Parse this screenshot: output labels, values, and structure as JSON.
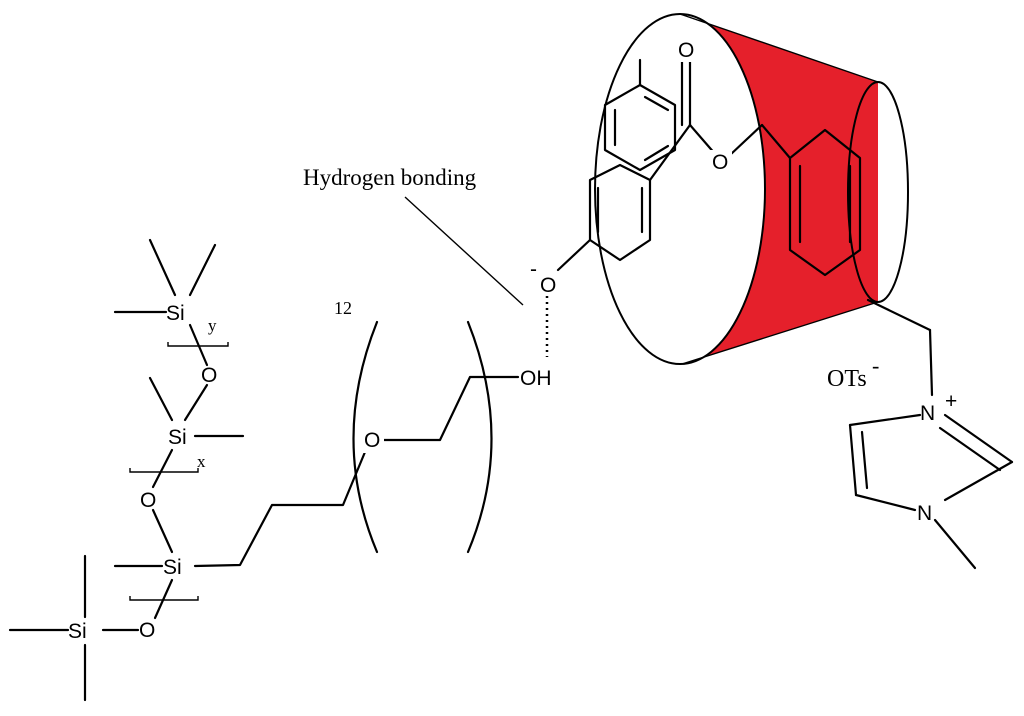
{
  "colors": {
    "cone_fill": "#e5202b",
    "ink": "#000000",
    "background": "#ffffff"
  },
  "annotation": {
    "hydrogen_bonding": "Hydrogen bonding"
  },
  "repeat": {
    "count": "12",
    "sub_y": "y",
    "sub_x": "x"
  },
  "atoms": {
    "si": "Si",
    "o": "O",
    "oh": "OH",
    "n": "N",
    "minus": "-",
    "plus": "+"
  },
  "counter_ion": {
    "label": "OTs",
    "charge": "-"
  }
}
